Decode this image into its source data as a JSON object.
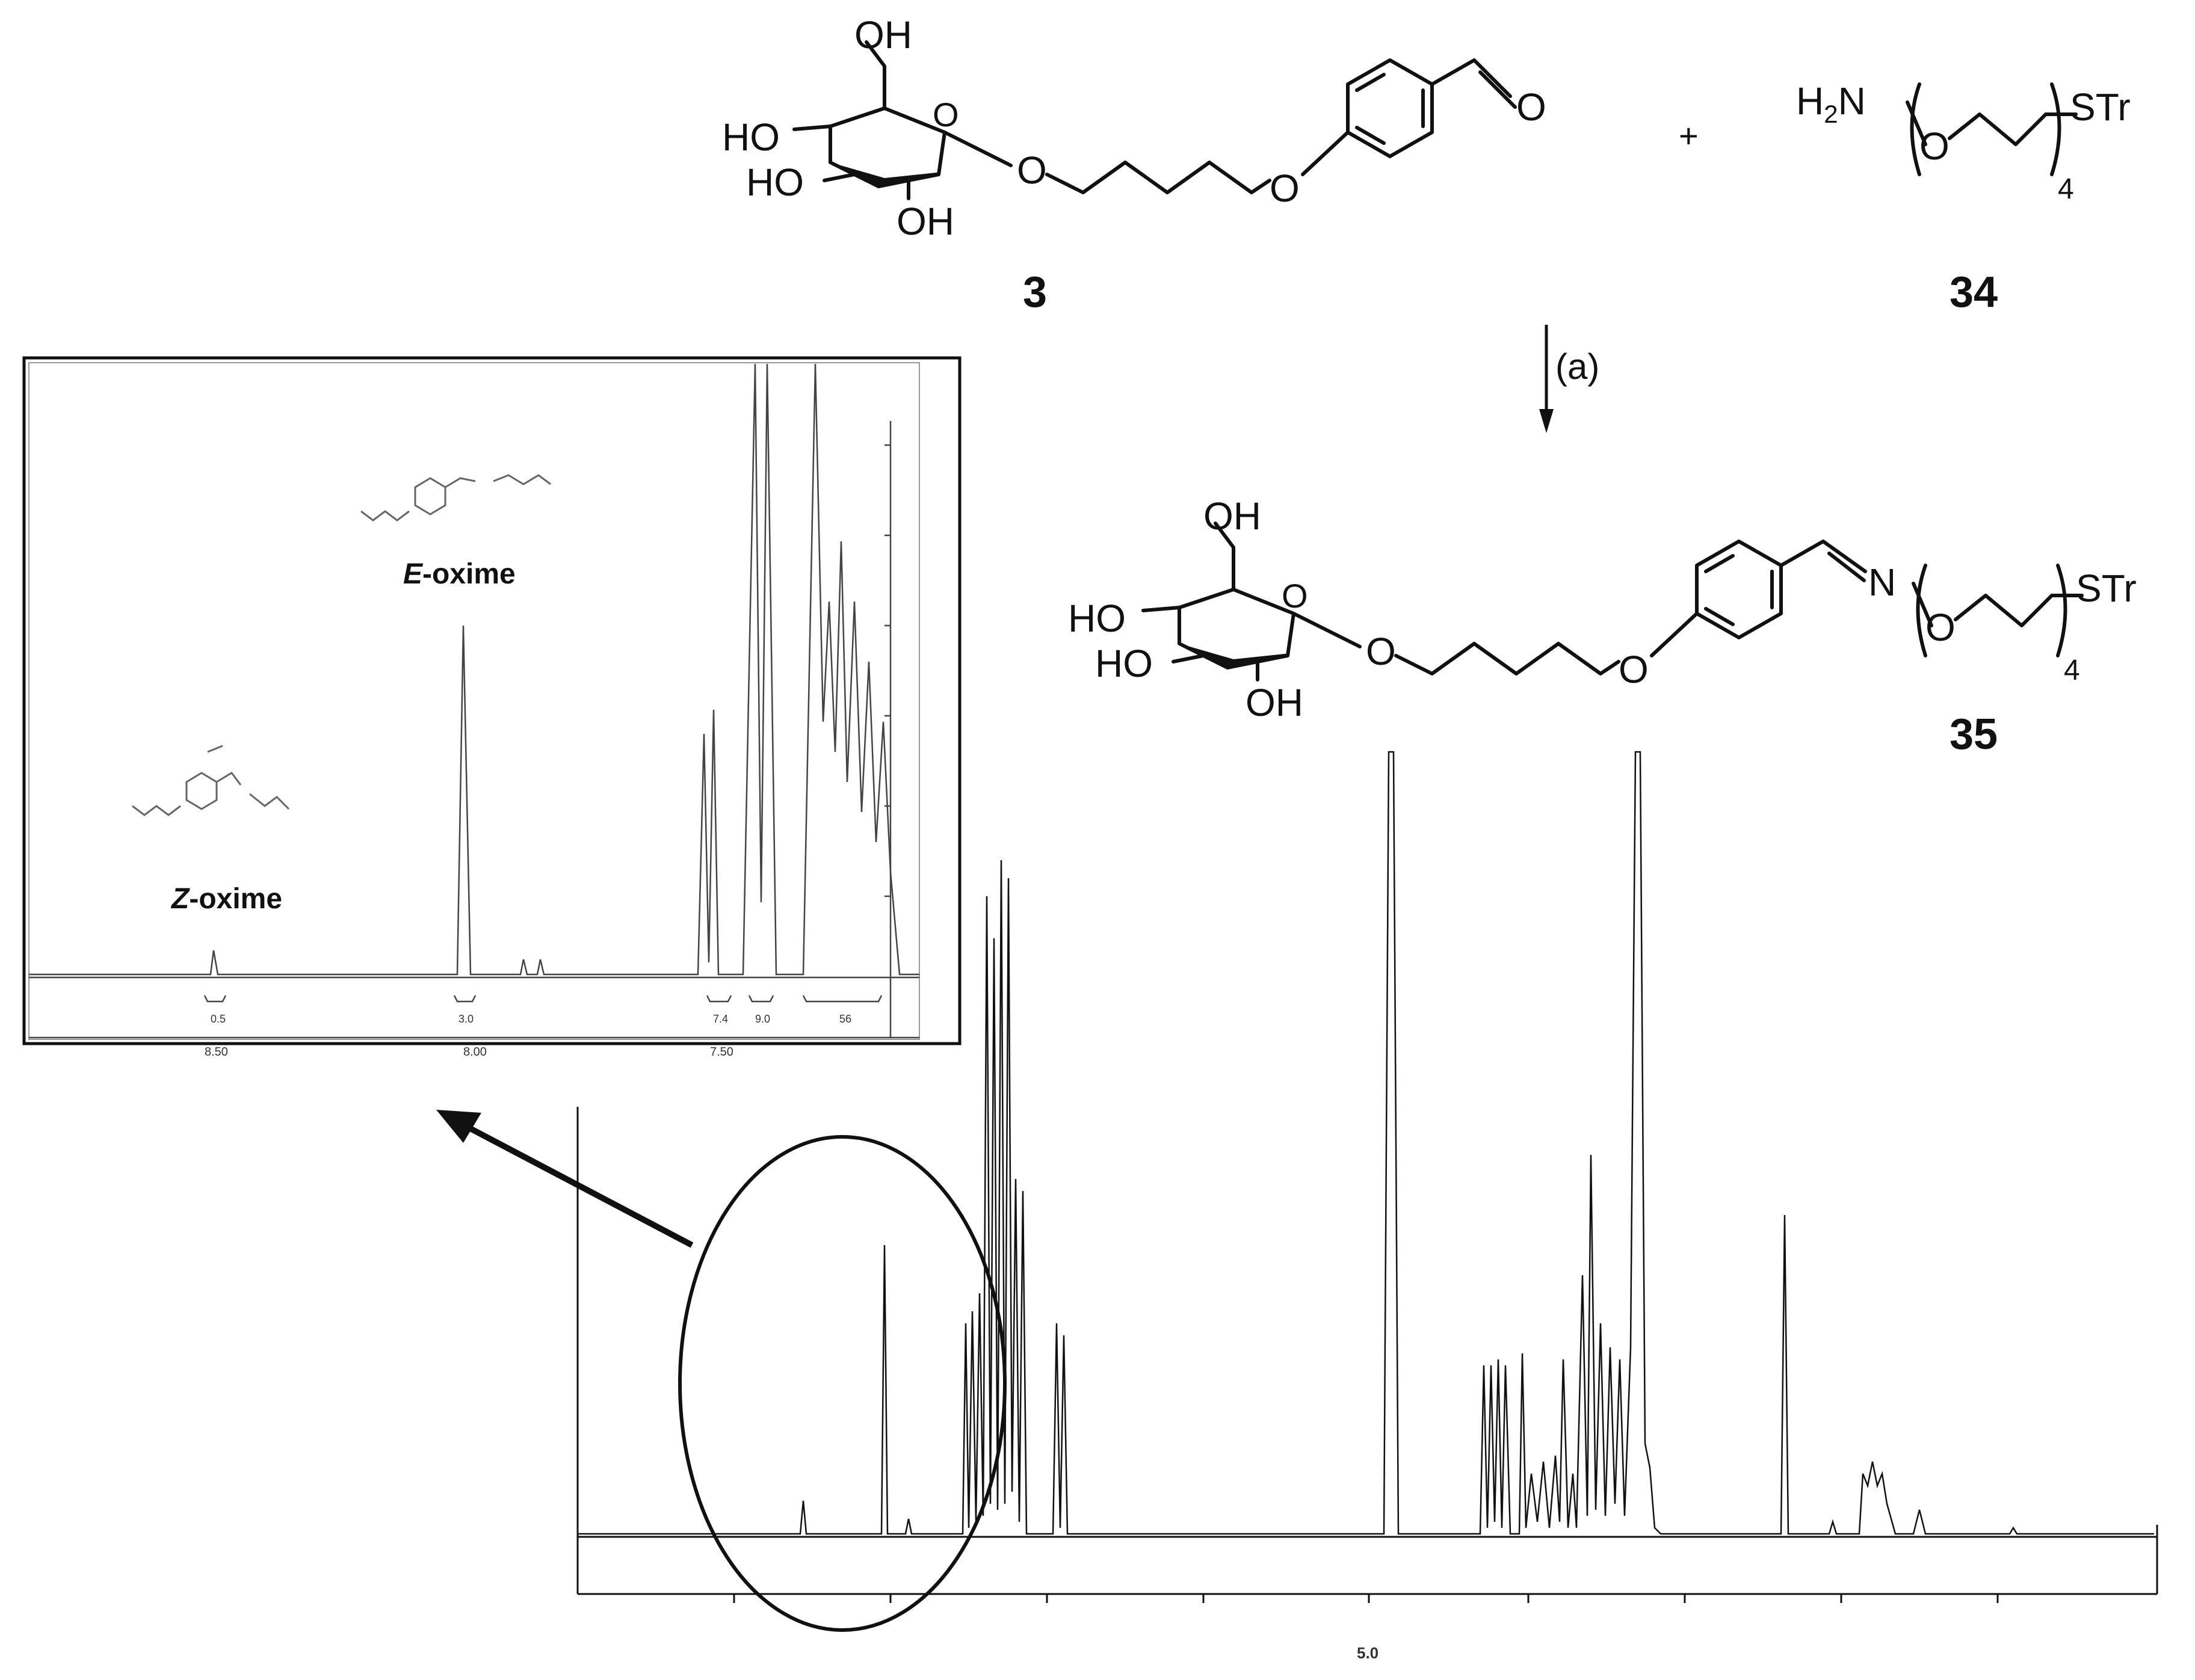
{
  "reaction": {
    "compound_3": {
      "label": "3",
      "groups": {
        "oh_top": "OH",
        "ho_4": "HO",
        "ho_3": "HO",
        "oh_2": "OH",
        "o_anomeric": "O",
        "o_ring": "O",
        "o_aryl": "O",
        "o_aldehyde": "O"
      }
    },
    "plus_sign": "+",
    "compound_34": {
      "label": "34",
      "amine": "H2N",
      "amine_main": "H",
      "amine_sub": "2",
      "amine_tail": "N",
      "peg_o": "O",
      "repeat": "4",
      "terminus": "STr"
    },
    "arrow_label": "(a)",
    "compound_35": {
      "label": "35",
      "groups": {
        "oh_top": "OH",
        "ho_4": "HO",
        "ho_3": "HO",
        "oh_2": "OH",
        "o_anomeric": "O",
        "o_ring": "O",
        "o_aryl": "O",
        "n_oxime": "N",
        "peg_o": "O"
      },
      "repeat": "4",
      "terminus": "STr"
    }
  },
  "inset": {
    "e_label_italic": "E",
    "e_label_rest": "-oxime",
    "z_label_italic": "Z",
    "z_label_rest": "-oxime",
    "tick_labels": [
      "8.50",
      "8.00",
      "7.50"
    ],
    "integrals": [
      "0.5",
      "3.0",
      "7.4",
      "9.0",
      "56"
    ]
  },
  "main_spectrum": {
    "axis_tick_label": "5.0"
  },
  "colors": {
    "ink": "#111111",
    "inset_trace": "#444444"
  }
}
